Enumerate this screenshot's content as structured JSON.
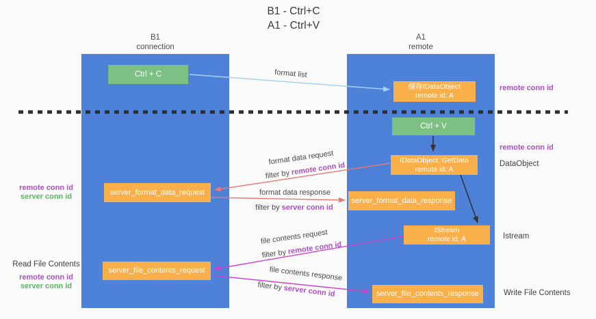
{
  "title": {
    "line1": "B1 - Ctrl+C",
    "line2": "A1 - Ctrl+V"
  },
  "lanes": {
    "left": {
      "name": "B1",
      "subtitle": "connection"
    },
    "right": {
      "name": "A1",
      "subtitle": "remote"
    }
  },
  "nodes": {
    "ctrl_c": {
      "label": "Ctrl + C"
    },
    "ctrl_v": {
      "label": "Ctrl + V"
    },
    "save_idataobject": {
      "line1": "保存IDataObject",
      "line2": "remote id: A"
    },
    "getdata": {
      "line1": "IDataObject::GetData",
      "line2": "remote id: A"
    },
    "istream_box": {
      "line1": "IStream",
      "line2": "remote id: A"
    },
    "server_format_data_request": {
      "label": "server_format_data_request"
    },
    "server_format_data_response": {
      "label": "server_format_data_response"
    },
    "server_file_contents_request": {
      "label": "server_file_contents_request"
    },
    "server_file_contents_response": {
      "label": "server_file_contents_response"
    }
  },
  "edge_labels": {
    "format_list": "format list",
    "format_data_request": "format data request",
    "format_data_response": "format data response",
    "file_contents_request": "file contents request",
    "file_contents_response": "file contents response",
    "filter_by": "filter by",
    "remote_conn_id": "remote conn id",
    "server_conn_id": "server conn id"
  },
  "side_labels": {
    "remote_conn_id": "remote conn id",
    "server_conn_id": "server conn id",
    "dataobject": "DataObject",
    "istream": "Istream",
    "read_file_contents": "Read File Contents",
    "write_file_contents": "Write File Contents"
  },
  "colors": {
    "lane_blue": "#4e82d8",
    "node_orange": "#f9b04b",
    "node_green": "#7cc083",
    "purple_text": "#ab4fc0",
    "green_text": "#56b75e",
    "arrow_red": "#e87878",
    "arrow_magenta": "#cb44cb",
    "arrow_light_blue": "#a5d2f3",
    "arrow_black": "#333333",
    "dashed_line": "#2e2e2e",
    "background": "#fafafa"
  }
}
